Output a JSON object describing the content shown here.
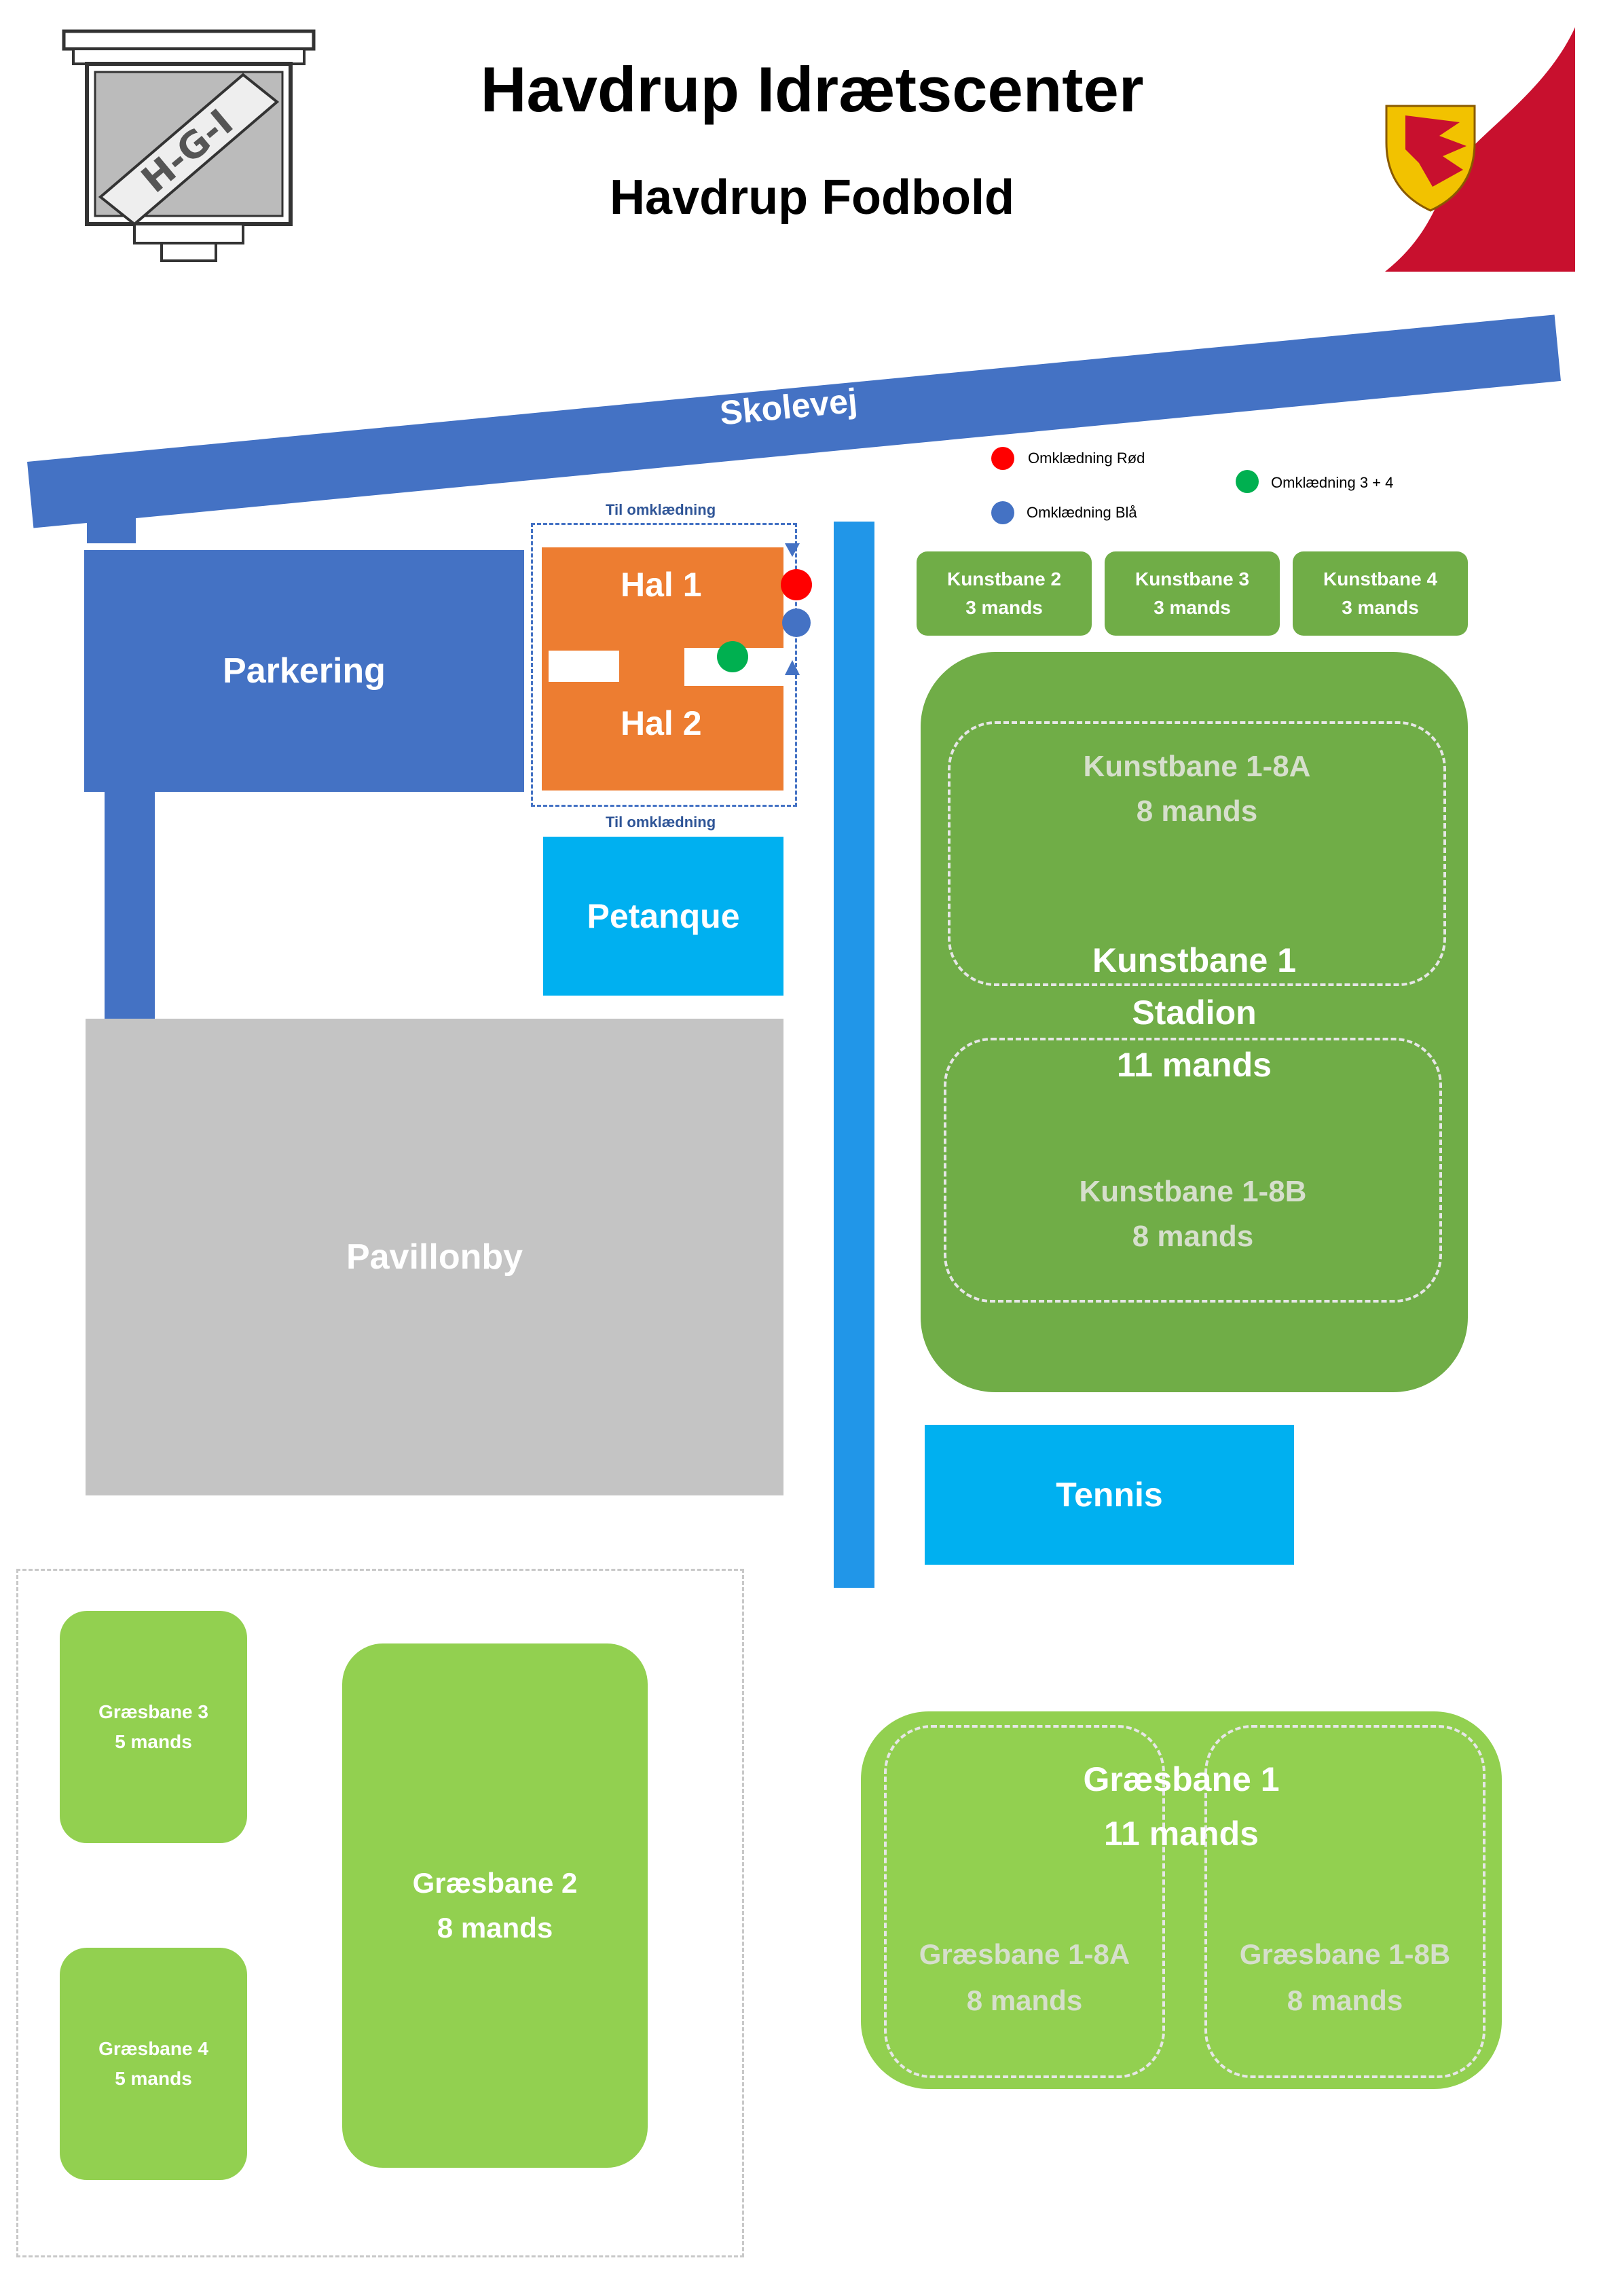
{
  "header": {
    "title": "Havdrup Idrætscenter",
    "subtitle": "Havdrup Fodbold",
    "logo_text": "H-G-I"
  },
  "road": {
    "label": "Skolevej"
  },
  "legend": {
    "red": {
      "label": "Omklædning Rød",
      "color": "#ff0000"
    },
    "blue": {
      "label": "Omklædning Blå",
      "color": "#4472c4"
    },
    "green": {
      "label": "Omklædning 3 + 4",
      "color": "#00b050"
    }
  },
  "notes": {
    "top": "Til omklædning",
    "bottom": "Til omklædning"
  },
  "areas": {
    "parkering": "Parkering",
    "hal1": "Hal 1",
    "hal2": "Hal 2",
    "petanque": "Petanque",
    "pavillonby": "Pavillonby",
    "tennis": "Tennis"
  },
  "small_pitches": [
    {
      "name": "Kunstbane 2",
      "size": "3 mands"
    },
    {
      "name": "Kunstbane 3",
      "size": "3 mands"
    },
    {
      "name": "Kunstbane 4",
      "size": "3 mands"
    }
  ],
  "stadion": {
    "line1": "Kunstbane 1",
    "line2": "Stadion",
    "line3": "11 mands",
    "sub_a": {
      "name": "Kunstbane 1-8A",
      "size": "8 mands"
    },
    "sub_b": {
      "name": "Kunstbane 1-8B",
      "size": "8 mands"
    }
  },
  "grass": {
    "g3": {
      "name": "Græsbane 3",
      "size": "5 mands"
    },
    "g4": {
      "name": "Græsbane 4",
      "size": "5 mands"
    },
    "g2": {
      "name": "Græsbane 2",
      "size": "8 mands"
    },
    "g1": {
      "name": "Græsbane 1",
      "size": "11 mands",
      "sub_a": {
        "name": "Græsbane 1-8A",
        "size": "8 mands"
      },
      "sub_b": {
        "name": "Græsbane 1-8B",
        "size": "8 mands"
      }
    }
  },
  "colors": {
    "road": "#4472c4",
    "hall": "#ed7d31",
    "cyan": "#00b0f0",
    "pavillon": "#c4c4c4",
    "artificial": "#70ad47",
    "grass": "#92d050",
    "walkway": "#2196e8"
  }
}
